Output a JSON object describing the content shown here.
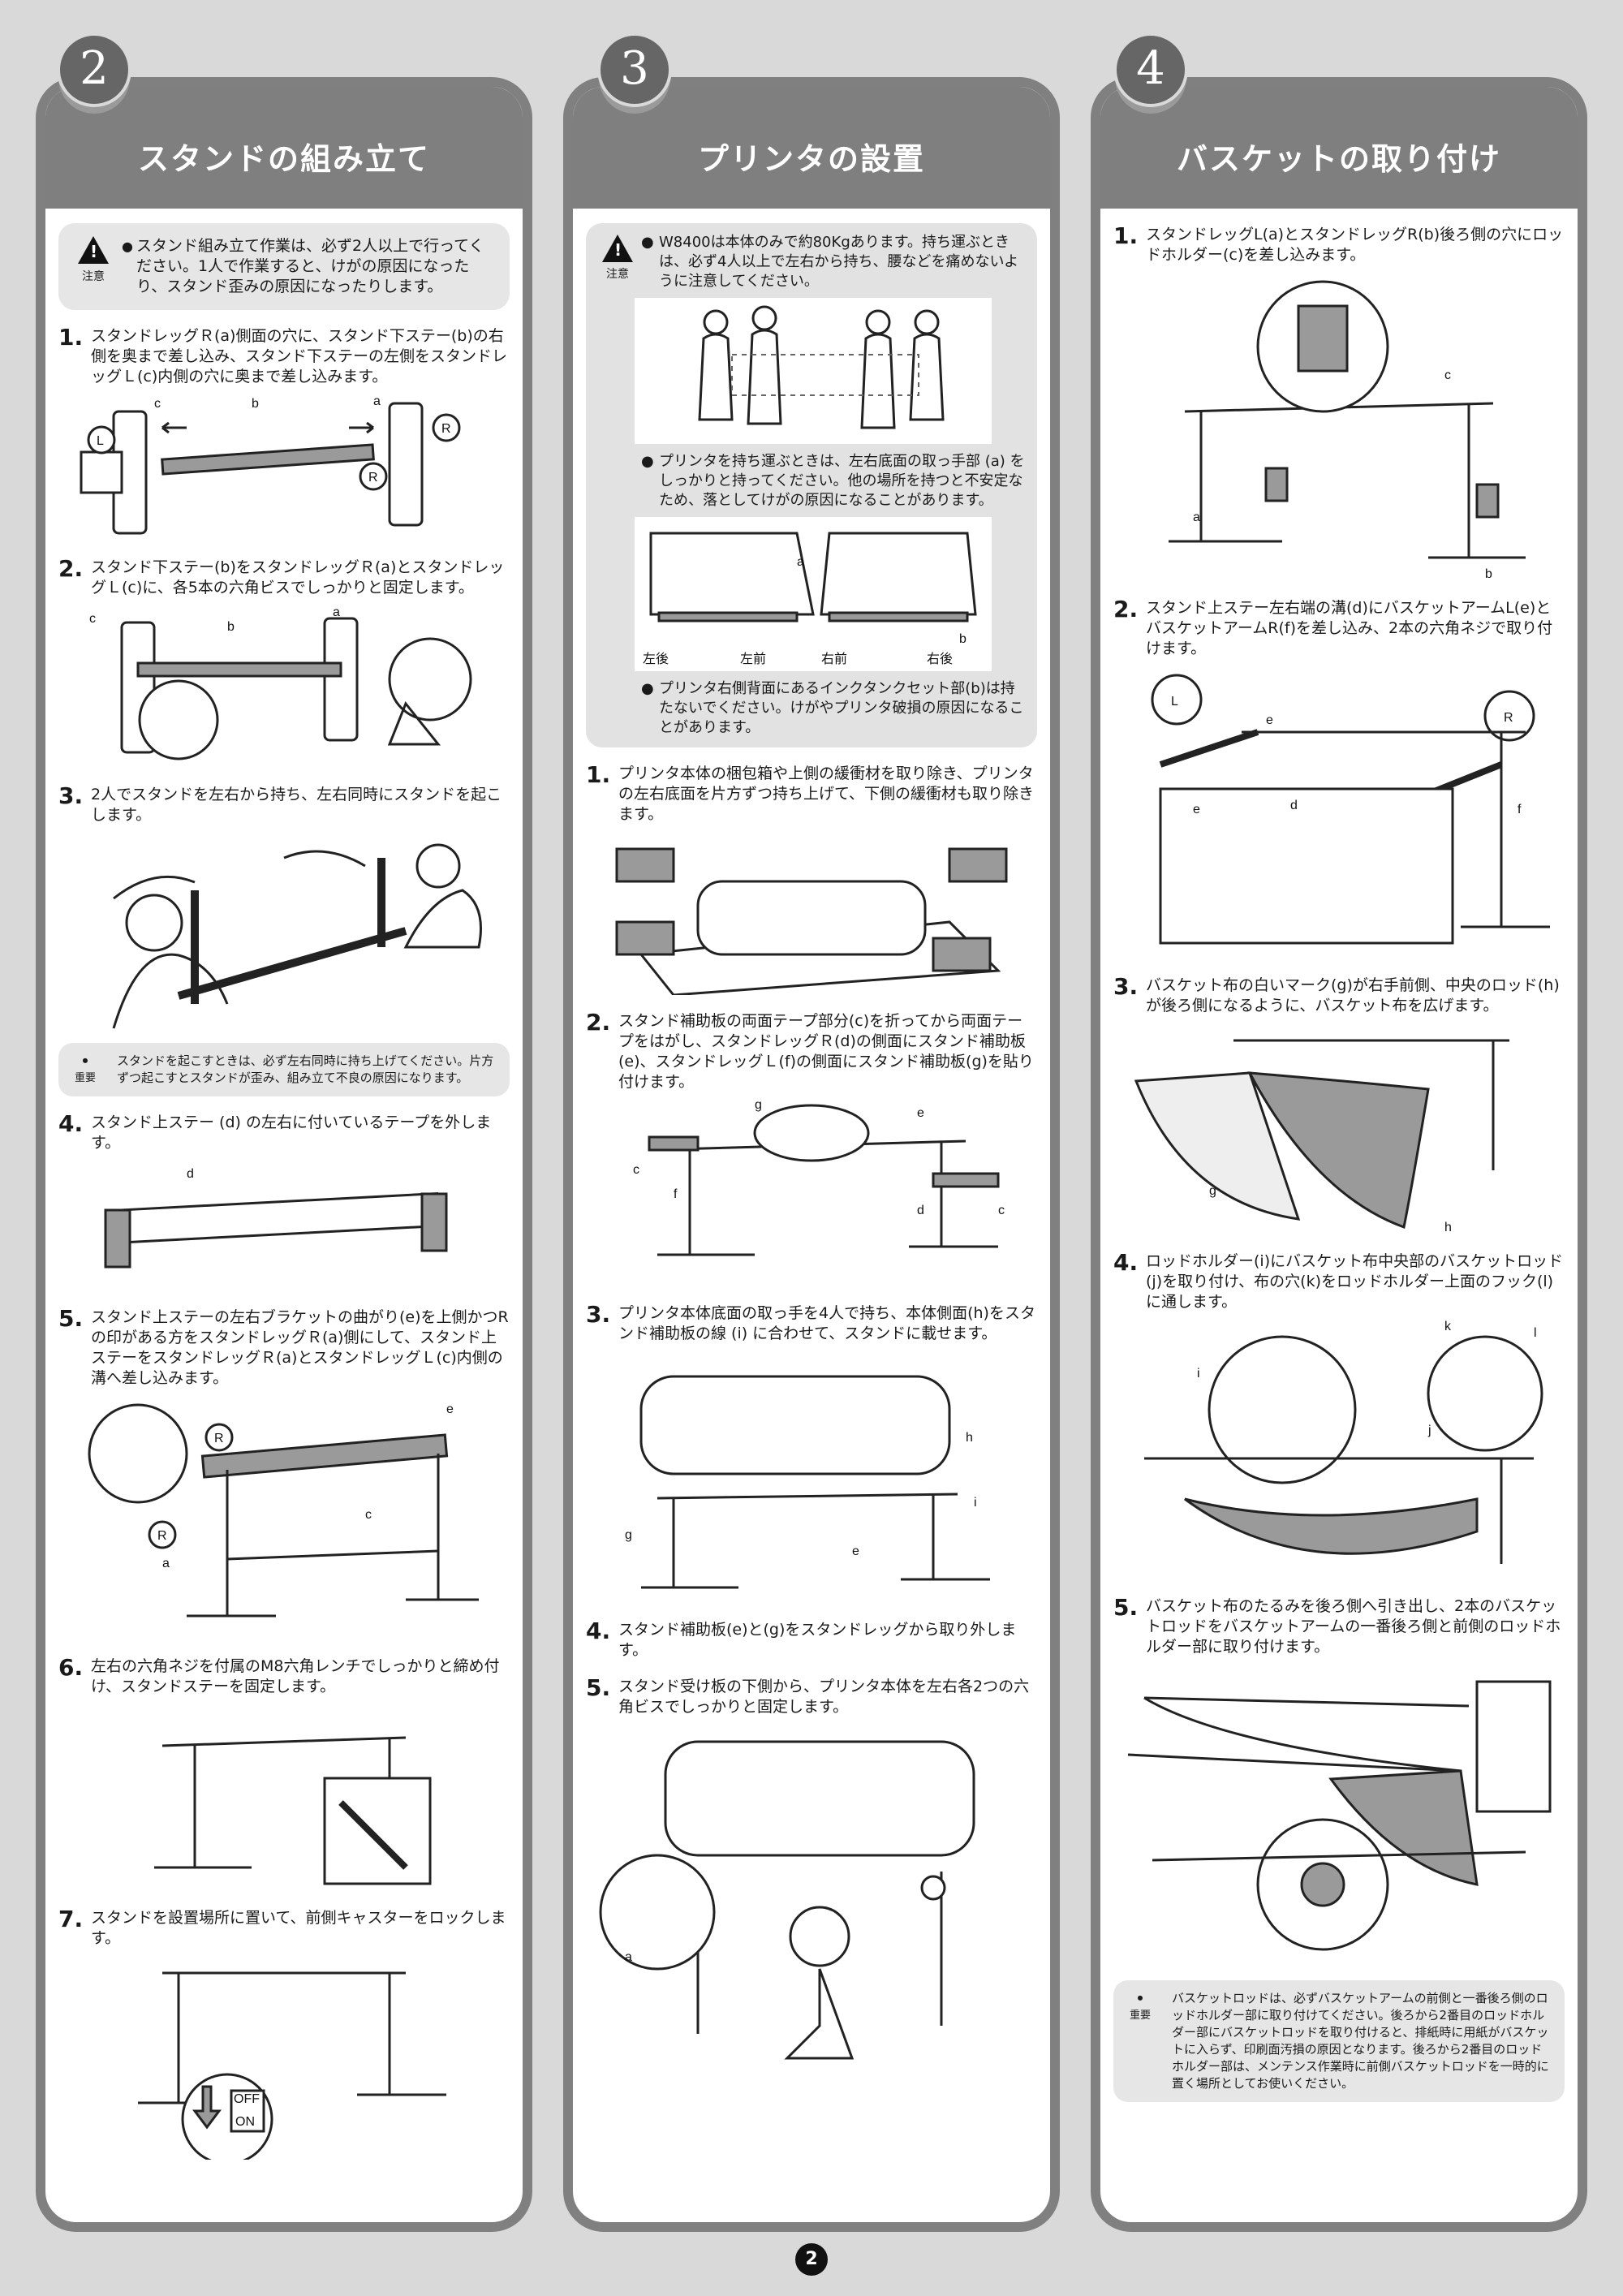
{
  "columns": [
    {
      "badge": "2",
      "title": "スタンドの組み立て",
      "caution": {
        "label": "注意",
        "text": "スタンド組み立て作業は、必ず2人以上で行ってください。1人で作業すると、けがの原因になったり、スタンド歪みの原因になったりします。"
      },
      "steps": [
        {
          "n": "1.",
          "text": "スタンドレッグＲ(a)側面の穴に、スタンド下ステー(b)の右側を奥まで差し込み、スタンド下ステーの左側をスタンドレッグＬ(c)内側の穴に奥まで差し込みます。"
        },
        {
          "n": "2.",
          "text": "スタンド下ステー(b)をスタンドレッグＲ(a)とスタンドレッグＬ(c)に、各5本の六角ビスでしっかりと固定します。"
        },
        {
          "n": "3.",
          "text": "2人でスタンドを左右から持ち、左右同時にスタンドを起こします。"
        },
        {
          "n": "4.",
          "text": "スタンド上ステー (d) の左右に付いているテープを外します。"
        },
        {
          "n": "5.",
          "text": "スタンド上ステーの左右ブラケットの曲がり(e)を上側かつRの印がある方をスタンドレッグＲ(a)側にして、スタンド上ステーをスタンドレッグＲ(a)とスタンドレッグＬ(c)内側の溝へ差し込みます。"
        },
        {
          "n": "6.",
          "text": "左右の六角ネジを付属のM8六角レンチでしっかりと締め付け、スタンドステーを固定します。"
        },
        {
          "n": "7.",
          "text": "スタンドを設置場所に置いて、前側キャスターをロックします。"
        }
      ],
      "important": {
        "label": "重要",
        "text": "スタンドを起こすときは、必ず左右同時に持ち上げてください。片方ずつ起こすとスタンドが歪み、組み立て不良の原因になります。"
      },
      "labels": {
        "a": "a",
        "b": "b",
        "c": "c",
        "d": "d",
        "e": "e",
        "L": "L",
        "R": "R",
        "off": "OFF",
        "on": "ON"
      }
    },
    {
      "badge": "3",
      "title": "プリンタの設置",
      "caution": {
        "label": "注意",
        "text": "W8400は本体のみで約80Kgあります。持ち運ぶときは、必ず4人以上で左右から持ち、腰などを痛めないように注意してください。",
        "text2": "プリンタを持ち運ぶときは、左右底面の取っ手部 (a) をしっかりと持ってください。他の場所を持つと不安定なため、落としてけがの原因になることがあります。",
        "text3": "プリンタ右側背面にあるインクタンクセット部(b)は持たないでください。けがやプリンタ破損の原因になることがあります。",
        "hands": [
          "左後",
          "左前",
          "右前",
          "右後"
        ]
      },
      "steps": [
        {
          "n": "1.",
          "text": "プリンタ本体の梱包箱や上側の緩衝材を取り除き、プリンタの左右底面を片方ずつ持ち上げて、下側の緩衝材も取り除きます。"
        },
        {
          "n": "2.",
          "text": "スタンド補助板の両面テープ部分(c)を折ってから両面テープをはがし、スタンドレッグＲ(d)の側面にスタンド補助板(e)、スタンドレッグＬ(f)の側面にスタンド補助板(g)を貼り付けます。"
        },
        {
          "n": "3.",
          "text": "プリンタ本体底面の取っ手を4人で持ち、本体側面(h)をスタンド補助板の線 (i) に合わせて、スタンドに載せます。"
        },
        {
          "n": "4.",
          "text": "スタンド補助板(e)と(g)をスタンドレッグから取り外します。"
        },
        {
          "n": "5.",
          "text": "スタンド受け板の下側から、プリンタ本体を左右各2つの六角ビスでしっかりと固定します。"
        }
      ],
      "labels": {
        "a": "a",
        "b": "b",
        "c": "c",
        "d": "d",
        "e": "e",
        "f": "f",
        "g": "g",
        "h": "h",
        "i": "i"
      }
    },
    {
      "badge": "4",
      "title": "バスケットの取り付け",
      "steps": [
        {
          "n": "1.",
          "text": "スタンドレッグL(a)とスタンドレッグR(b)後ろ側の穴にロッドホルダー(c)を差し込みます。"
        },
        {
          "n": "2.",
          "text": "スタンド上ステー左右端の溝(d)にバスケットアームL(e)とバスケットアームR(f)を差し込み、2本の六角ネジで取り付けます。"
        },
        {
          "n": "3.",
          "text": "バスケット布の白いマーク(g)が右手前側、中央のロッド(h)が後ろ側になるように、バスケット布を広げます。"
        },
        {
          "n": "4.",
          "text": "ロッドホルダー(i)にバスケット布中央部のバスケットロッド(j)を取り付け、布の穴(k)をロッドホルダー上面のフック(l)に通します。"
        },
        {
          "n": "5.",
          "text": "バスケット布のたるみを後ろ側へ引き出し、2本のバスケットロッドをバスケットアームの一番後ろ側と前側のロッドホルダー部に取り付けます。"
        }
      ],
      "important": {
        "label": "重要",
        "text": "バスケットロッドは、必ずバスケットアームの前側と一番後ろ側のロッドホルダー部に取り付けてください。後ろから2番目のロッドホルダー部にバスケットロッドを取り付けると、排紙時に用紙がバスケットに入らず、印刷面汚損の原因となります。後ろから2番目のロッドホルダー部は、メンテンス作業時に前側バスケットロッドを一時的に置く場所としてお使いください。"
      },
      "labels": {
        "a": "a",
        "b": "b",
        "c": "c",
        "d": "d",
        "e": "e",
        "f": "f",
        "g": "g",
        "h": "h",
        "i": "i",
        "j": "j",
        "k": "k",
        "l": "l",
        "L": "L",
        "R": "R"
      }
    }
  ],
  "page_number": "2"
}
